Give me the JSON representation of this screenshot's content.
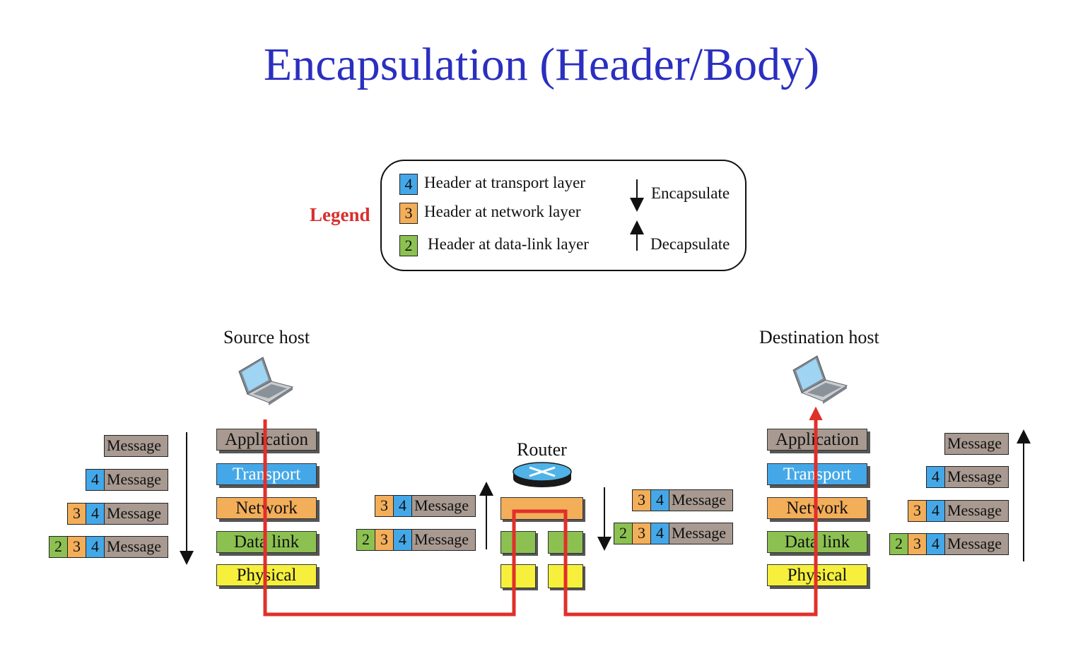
{
  "title": "Encapsulation (Header/Body)",
  "legend": {
    "label": "Legend",
    "items": [
      {
        "num": "4",
        "text": "Header at transport layer",
        "color": "#44a8e8"
      },
      {
        "num": "3",
        "text": "Header at network layer",
        "color": "#f3ae5a"
      },
      {
        "num": "2",
        "text": "Header at data-link layer",
        "color": "#8cc152"
      }
    ],
    "encapsulate": "Encapsulate",
    "decapsulate": "Decapsulate"
  },
  "source_host": "Source host",
  "destination_host": "Destination host",
  "router": "Router",
  "layers": [
    "Application",
    "Transport",
    "Network",
    "Data link",
    "Physical"
  ],
  "message": "Message",
  "headers": {
    "transport": "4",
    "network": "3",
    "datalink": "2"
  },
  "colors": {
    "title": "#2b2fbf",
    "legend_label": "#d6302f",
    "path": "#e0302a",
    "message": "#a89a91",
    "transport": "#44a8e8",
    "network": "#f3ae5a",
    "datalink": "#8cc152",
    "physical": "#f6f03c"
  }
}
